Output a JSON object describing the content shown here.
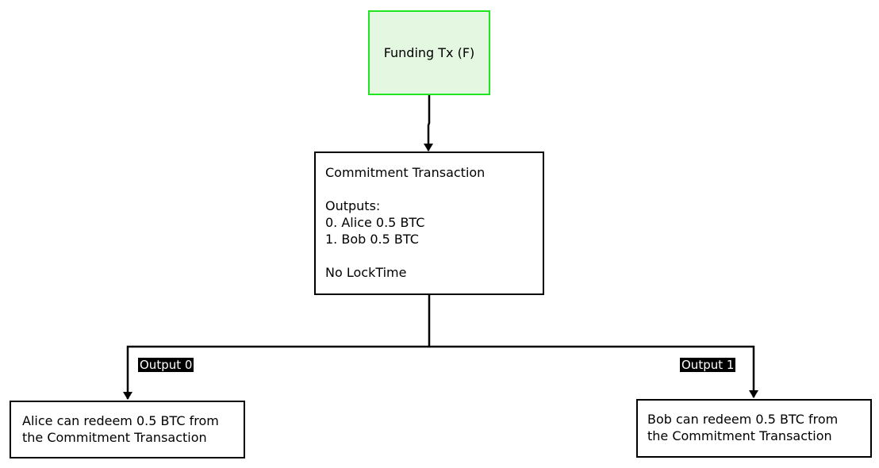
{
  "colors": {
    "funding_fill": "#e4f8e1",
    "funding_border": "#22e522",
    "stroke": "#000000",
    "label_bg": "#000000",
    "label_text": "#ffffff"
  },
  "nodes": {
    "funding": {
      "label": "Funding Tx (F)"
    },
    "commitment": {
      "title": "Commitment Transaction",
      "outputs_heading": "Outputs:",
      "output_0": "0. Alice 0.5 BTC",
      "output_1": "1. Bob 0.5 BTC",
      "locktime": "No LockTime"
    },
    "alice": {
      "line1": "Alice can redeem 0.5 BTC from",
      "line2": "the Commitment Transaction"
    },
    "bob": {
      "line1": "Bob can redeem 0.5 BTC from",
      "line2": "the Commitment Transaction"
    }
  },
  "edges": {
    "output_0_label": "Output 0",
    "output_1_label": "Output 1"
  }
}
